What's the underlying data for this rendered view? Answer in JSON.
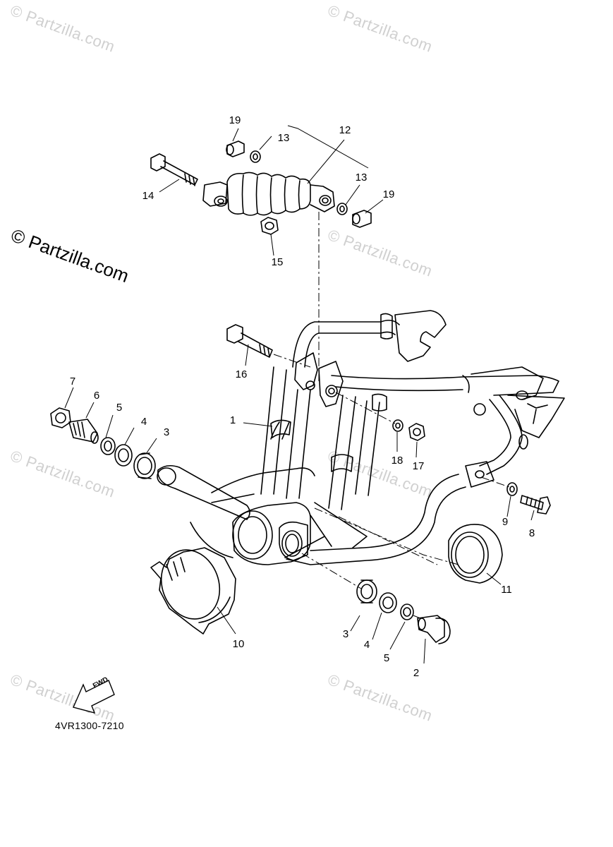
{
  "watermark": {
    "text": "© Partzilla.com",
    "copyright_label": "© Partzilla.com"
  },
  "diagram_code": "4VR1300-7210",
  "direction_label": "FWD",
  "callouts": [
    {
      "id": "c1",
      "text": "1"
    },
    {
      "id": "c2",
      "text": "2"
    },
    {
      "id": "c3a",
      "text": "3"
    },
    {
      "id": "c3b",
      "text": "3"
    },
    {
      "id": "c4a",
      "text": "4"
    },
    {
      "id": "c4b",
      "text": "4"
    },
    {
      "id": "c5a",
      "text": "5"
    },
    {
      "id": "c5b",
      "text": "5"
    },
    {
      "id": "c6",
      "text": "6"
    },
    {
      "id": "c7",
      "text": "7"
    },
    {
      "id": "c8",
      "text": "8"
    },
    {
      "id": "c9",
      "text": "9"
    },
    {
      "id": "c10",
      "text": "10"
    },
    {
      "id": "c11",
      "text": "11"
    },
    {
      "id": "c12",
      "text": "12"
    },
    {
      "id": "c13a",
      "text": "13"
    },
    {
      "id": "c13b",
      "text": "13"
    },
    {
      "id": "c14",
      "text": "14"
    },
    {
      "id": "c15",
      "text": "15"
    },
    {
      "id": "c16",
      "text": "16"
    },
    {
      "id": "c17",
      "text": "17"
    },
    {
      "id": "c18",
      "text": "18"
    },
    {
      "id": "c19a",
      "text": "19"
    },
    {
      "id": "c19b",
      "text": "19"
    }
  ]
}
